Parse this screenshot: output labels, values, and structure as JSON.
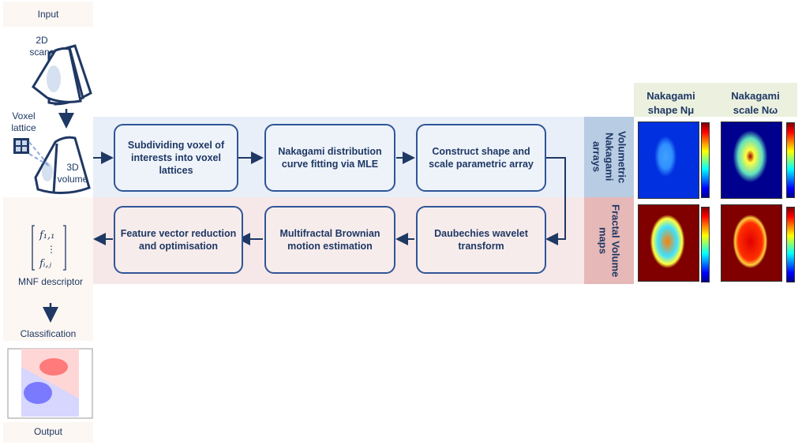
{
  "left": {
    "input": "Input",
    "scans": "2D scans",
    "voxel": "Voxel lattice",
    "volume": "3D volume",
    "descriptor": "MNF descriptor",
    "classification": "Classification",
    "output": "Output"
  },
  "steps": {
    "s1": "Subdividing voxel of interests into voxel lattices",
    "s2": "Nakagami distribution curve fitting via MLE",
    "s3": "Construct shape and scale parametric array",
    "s4": "Daubechies wavelet transform",
    "s5": "Multifractal Brownian motion estimation",
    "s6": "Feature vector reduction and optimisation"
  },
  "maps": {
    "col1": "Nakagami shape Nμ",
    "col2": "Nakagami scale Nω",
    "row1": "Volumetric Nakagami arrays",
    "row2": "Fractal Volume maps"
  },
  "colors": {
    "text": "#1f3864",
    "box_border": "#2f5597",
    "band_blue": "#e8eff8",
    "band_pink": "#f6e8e8"
  }
}
